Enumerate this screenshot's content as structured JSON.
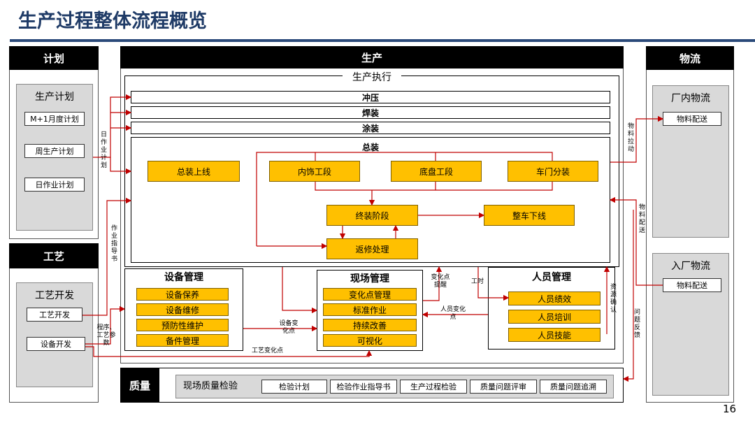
{
  "page_title": "生产过程整体流程概览",
  "page_number": "16",
  "plan": {
    "header": "计划",
    "production_plan": {
      "title": "生产计划",
      "items": [
        "M+1月度计划",
        "周生产计划",
        "日作业计划"
      ]
    }
  },
  "process": {
    "header": "工艺",
    "dev": {
      "title": "工艺开发",
      "items": [
        "工艺开发",
        "设备开发"
      ]
    }
  },
  "production": {
    "header": "生产",
    "execution_title": "生产执行",
    "lines": [
      "冲压",
      "焊装",
      "涂装"
    ],
    "final_assembly": {
      "title": "总装",
      "online": "总装上线",
      "sections": [
        "内饰工段",
        "底盘工段",
        "车门分装"
      ],
      "final_stage": "终装阶段",
      "offline": "整车下线",
      "rework": "返修处理"
    },
    "equipment": {
      "title": "设备管理",
      "items": [
        "设备保养",
        "设备维修",
        "预防性维护",
        "备件管理"
      ]
    },
    "site": {
      "title": "现场管理",
      "items": [
        "变化点管理",
        "标准作业",
        "持续改善",
        "可视化"
      ]
    },
    "personnel": {
      "title": "人员管理",
      "items": [
        "人员绩效",
        "人员培训",
        "人员技能"
      ]
    }
  },
  "quality": {
    "header": "质量",
    "field_check": "现场质量检验",
    "items": [
      "检验计划",
      "检验作业指导书",
      "生产过程检验",
      "质量问题评审",
      "质量问题追溯"
    ]
  },
  "logistics": {
    "header": "物流",
    "internal": {
      "title": "厂内物流",
      "item": "物料配送"
    },
    "inbound": {
      "title": "入厂物流",
      "item": "物料配送"
    }
  },
  "flow_labels": {
    "daily_plan": "日作业计划",
    "work_instruction": "作业指导书",
    "program_params": "程序、工艺参数",
    "process_change": "工艺变化点",
    "equipment_change": "设备变化点",
    "change_reminder": "变化点提醒",
    "personnel_change": "人员变化点",
    "work_hours": "工时",
    "material_pull": "物料拉动",
    "material_delivery": "物料配送",
    "resource_confirm": "资源确认",
    "issue_feedback": "问题反馈"
  },
  "colors": {
    "title": "#1f3b67",
    "accent_box": "#ffc000",
    "arrow": "#c00000",
    "header_bar": "#000000",
    "group_bg": "#d9d9d9"
  }
}
